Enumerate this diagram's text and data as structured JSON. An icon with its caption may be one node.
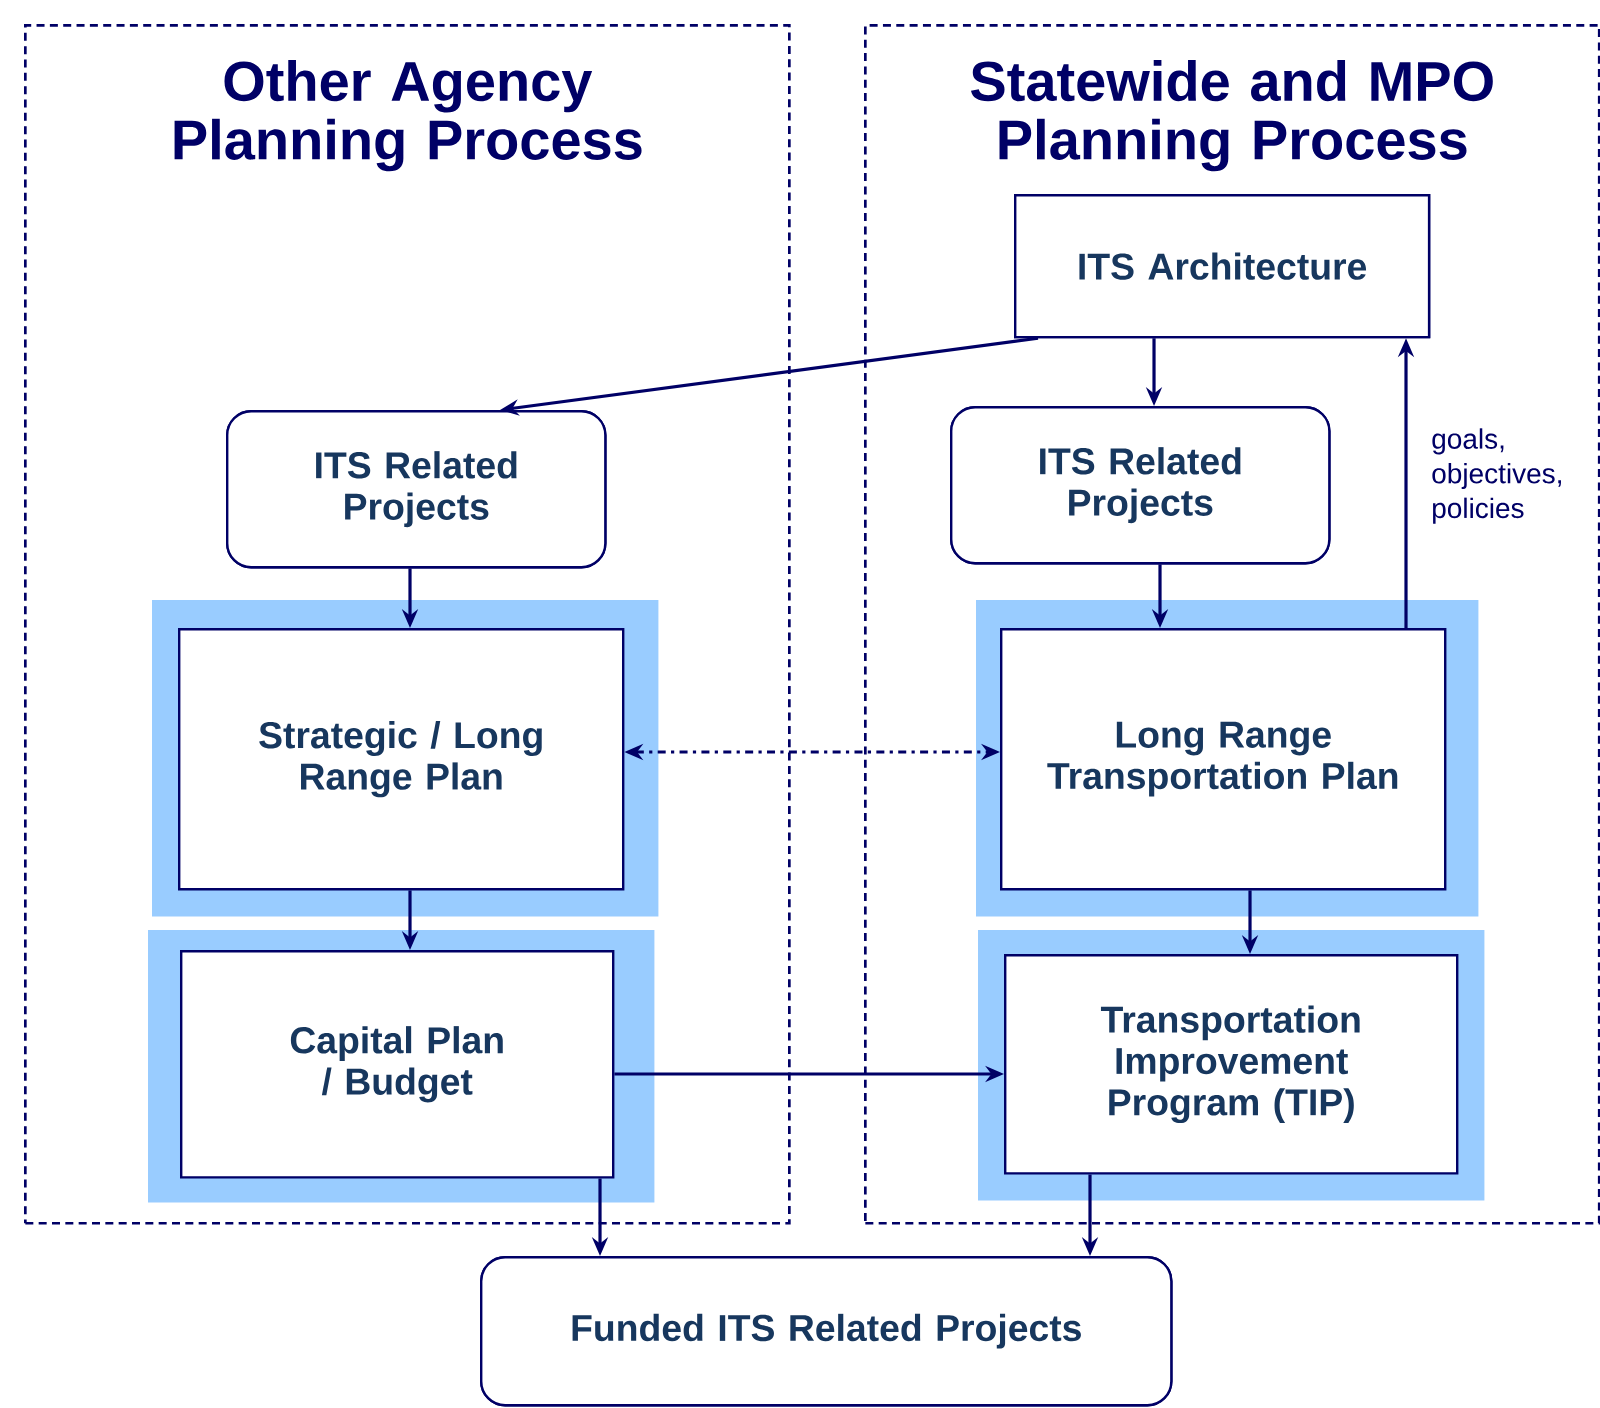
{
  "diagram": {
    "nodes": [
      {
        "text": [
          "Other Agency Planning Process"
        ]
      },
      {
        "text": [
          "Statewide and MPO Planning Process"
        ]
      },
      {
        "text": [
          "ITS Architecture"
        ],
        "in": 1
      },
      {
        "text": [
          "ITS Related Projects"
        ],
        "in": 0
      },
      {
        "text": [
          "ITS Related Projects"
        ],
        "in": 1
      },
      {
        "text": [
          "Strategic / Long Range Plan"
        ],
        "in": 0
      },
      {
        "text": [
          "Long Range Transportation Plan"
        ],
        "in": 1
      },
      {
        "text": [
          "Capital Plan / Budget"
        ],
        "in": 0
      },
      {
        "text": [
          "Transportation Improvement Program (TIP)"
        ],
        "in": 1
      },
      {
        "text": [
          "Funded ITS Related Projects"
        ]
      }
    ],
    "edges": [
      {
        "from": 2,
        "to": 3,
        "arrow": "to"
      },
      {
        "from": 2,
        "to": 4,
        "arrow": "to"
      },
      {
        "from": 3,
        "to": 5,
        "arrow": "to"
      },
      {
        "from": 4,
        "to": 6,
        "arrow": "to"
      },
      {
        "from": 6,
        "to": 2,
        "arrow": "to",
        "label": "goals, objectives, policies"
      },
      {
        "from": 5,
        "to": 6,
        "arrow": "both",
        "style": "dashed"
      },
      {
        "from": 5,
        "to": 7,
        "arrow": "to"
      },
      {
        "from": 6,
        "to": 8,
        "arrow": "to"
      },
      {
        "from": 7,
        "to": 8,
        "arrow": "to"
      },
      {
        "from": 7,
        "to": 9,
        "arrow": "to"
      },
      {
        "from": 8,
        "to": 9,
        "arrow": "to"
      }
    ]
  }
}
